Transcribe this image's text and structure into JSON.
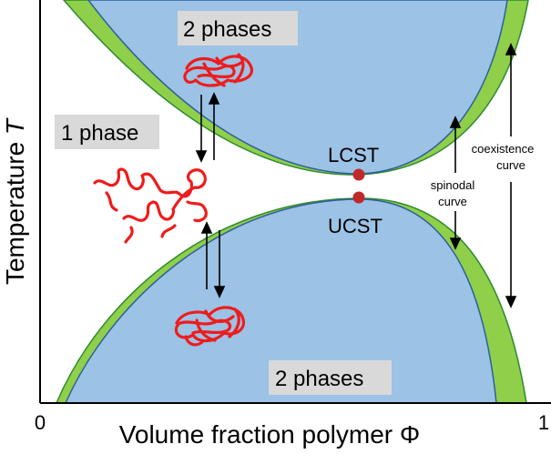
{
  "diagram": {
    "y_axis_label": "Temperature",
    "y_axis_symbol": "T",
    "x_axis_label": "Volume fraction polymer Φ",
    "x_tick_min": "0",
    "x_tick_max": "1",
    "label_two_phases_top": "2 phases",
    "label_one_phase": "1 phase",
    "label_two_phases_bottom": "2 phases",
    "label_lcst": "LCST",
    "label_ucst": "UCST",
    "label_coexistence_line1": "coexistence",
    "label_coexistence_line2": "curve",
    "label_spinodal_line1": "spinodal",
    "label_spinodal_line2": "curve"
  },
  "colors": {
    "coexistence_fill": "#8fcf4a",
    "spinodal_fill": "#9cc2e5",
    "spinodal_stroke": "#2f5f9e",
    "critical_point": "#c0282a",
    "polymer_chain": "#ee1c1c",
    "phase_label_bg": "#d9d9d9"
  }
}
